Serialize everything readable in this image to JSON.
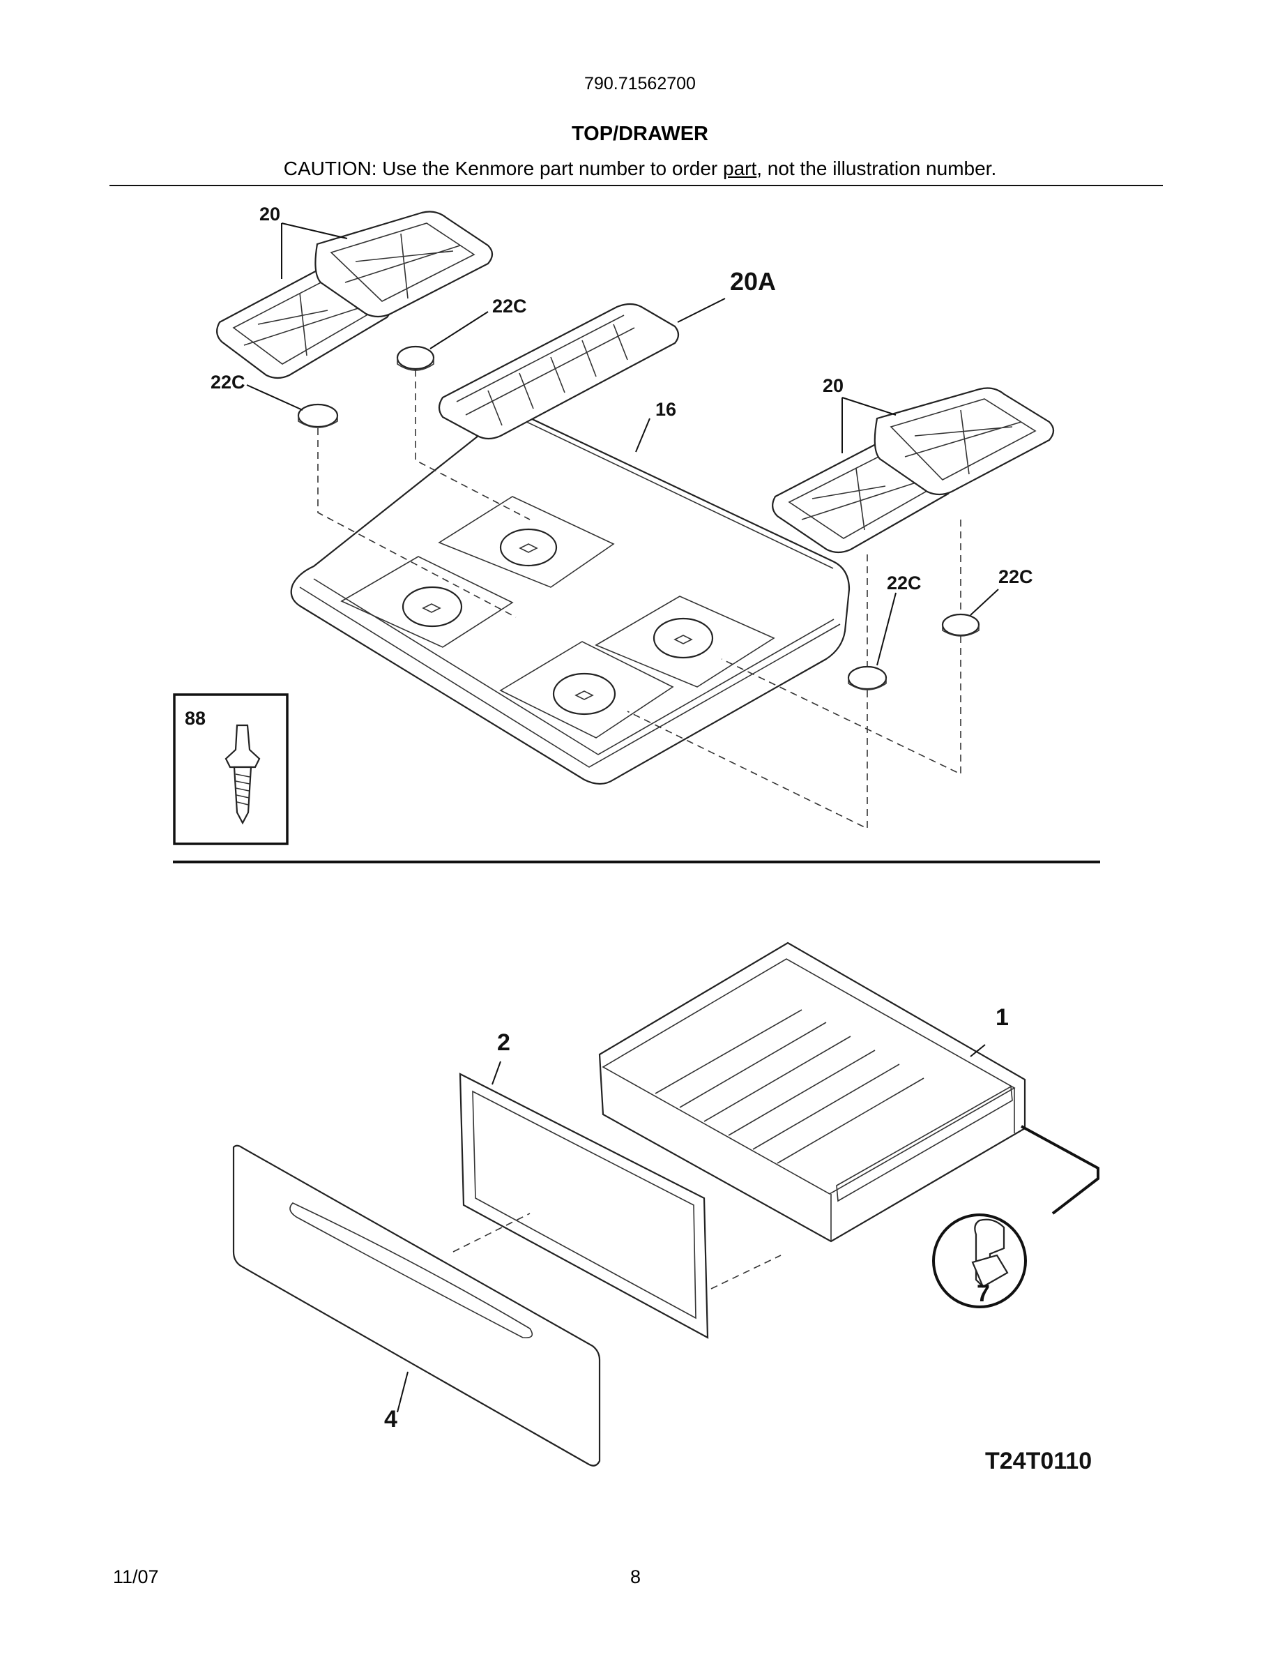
{
  "header": {
    "model_number": "790.71562700",
    "title": "TOP/DRAWER",
    "caution_before": "CAUTION: Use the Kenmore part number to order ",
    "caution_underlined": "part",
    "caution_after": ", not the illustration number."
  },
  "top_section": {
    "labels": {
      "grate_left": "20",
      "grate_center": "20A",
      "grate_right": "20",
      "foot_left_upper": "22C",
      "foot_left_lower": "22C",
      "foot_right_a": "22C",
      "foot_right_b": "22C",
      "cooktop": "16",
      "screw_inset": "88"
    }
  },
  "bottom_section": {
    "labels": {
      "drawer_body": "1",
      "drawer_liner": "2",
      "drawer_front": "4",
      "roller_clip": "7"
    },
    "diagram_code": "T24T0110"
  },
  "footer": {
    "date": "11/07",
    "page_number": "8"
  }
}
